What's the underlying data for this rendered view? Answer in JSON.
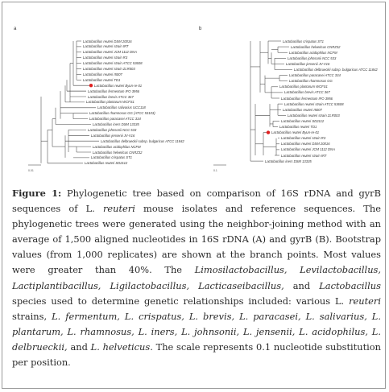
{
  "figure": {
    "panel_a": {
      "letter": "a",
      "scale": "0.01",
      "highlight_color": "#e02020",
      "taxa": [
        "Lactobacillus reuteri DSM 20016",
        "Lactobacillus reuteri strain IRT",
        "Lactobacillus reuteri JCM 1112 DNA",
        "Lactobacillus reuteri strain R3",
        "Lactobacillus reuteri strain ATCC 53608",
        "Lactobacillus reuteri strain ZLR003",
        "Lactobacillus reuteri I5007",
        "Lactobacillus reuteri TD1",
        "Lactobacillus reuteri Byun-re-01",
        "Lactobacillus fermentum IFO 3956",
        "Lactobacillus brevis ATCC 367",
        "Lactobacillus plantarum WCFS1",
        "Lactobacillus salivarius UCC118",
        "Lactobacillus rhamnosus GG (ATCC 53103)",
        "Lactobacillus paracasei ATCC 334",
        "Lactobacillus iners DSM 13335",
        "Lactobacillus johnsonii NCC 533",
        "Lactobacillus jensenii JV-V16",
        "Lactobacillus delbrueckii subsp. bulgaricus ATCC 11842",
        "Lactobacillus acidophilus NCFM",
        "Lactobacillus helveticus CNRZ32",
        "Lactobacillus crispatus ST1",
        "Lactobacillus reuteri SD2112"
      ]
    },
    "panel_b": {
      "letter": "b",
      "scale": "0.1",
      "taxa": [
        "Lactobacillus crispatus ST1",
        "Lactobacillus helveticus CNRZ32",
        "Lactobacillus acidophilus NCFM",
        "Lactobacillus johnsonii NCC 533",
        "Lactobacillus jensenii JV-V16",
        "Lactobacillus delbrueckii subsp. bulgaricus ATCC 11842",
        "Lactobacillus paracasei ATCC 334",
        "Lactobacillus rhamnosus GG",
        "Lactobacillus plantarum WCFS1",
        "Lactobacillus brevis ATCC 367",
        "Lactobacillus fermentum IFO 3956",
        "Lactobacillus reuteri strain ATCC 53608",
        "Lactobacillus reuteri I5007",
        "Lactobacillus reuteri strain ZLR003",
        "Lactobacillus reuteri SD2112",
        "Lactobacillus reuteri TD1",
        "Lactobacillus reuteri Byun-re-01",
        "Lactobacillus reuteri strain R3",
        "Lactobacillus reuteri DSM 20016",
        "Lactobacillus reuteri JCM 1112 DNA",
        "Lactobacillus reuteri strain IRT",
        "Lactobacillus iners DSM 13335"
      ]
    }
  },
  "caption": {
    "label": "Figure 1:",
    "t1": " Phylogenetic tree based on comparison of 16S rDNA and gyrB sequences of L. ",
    "i1": "reuteri",
    "t2": " mouse isolates and reference sequences. The phylogenetic trees were generated using the neighbor-joining method with an average of 1,500 aligned nucleotides in 16S rDNA (A) and gyrB (B). Bootstrap values (from 1,000 replicates) are shown at the branch points. Most values were greater than 40%. The ",
    "i2": "Limosilactobacillus, Levilactobacillus, Lactiplantibacillus, Ligilactobacillus, Lacticaseibacillus,",
    "t3": " and ",
    "i3": "Lactobacillus",
    "t4": " species used to determine genetic relationships included: various L. ",
    "i4": "reuteri",
    "t5": " strains, ",
    "i5": "L. fermentum, L. crispatus, L. brevis, L. paracasei, L. salivarius, L. plantarum, L. rhamnosus, L. iners, L. johnsonii, L. jensenii, L. acidophilus, L. delbrueckii,",
    "t6": " and ",
    "i6": "L. helveticus",
    "t7": ". The scale represents 0.1 nucleotide substitution per position."
  }
}
